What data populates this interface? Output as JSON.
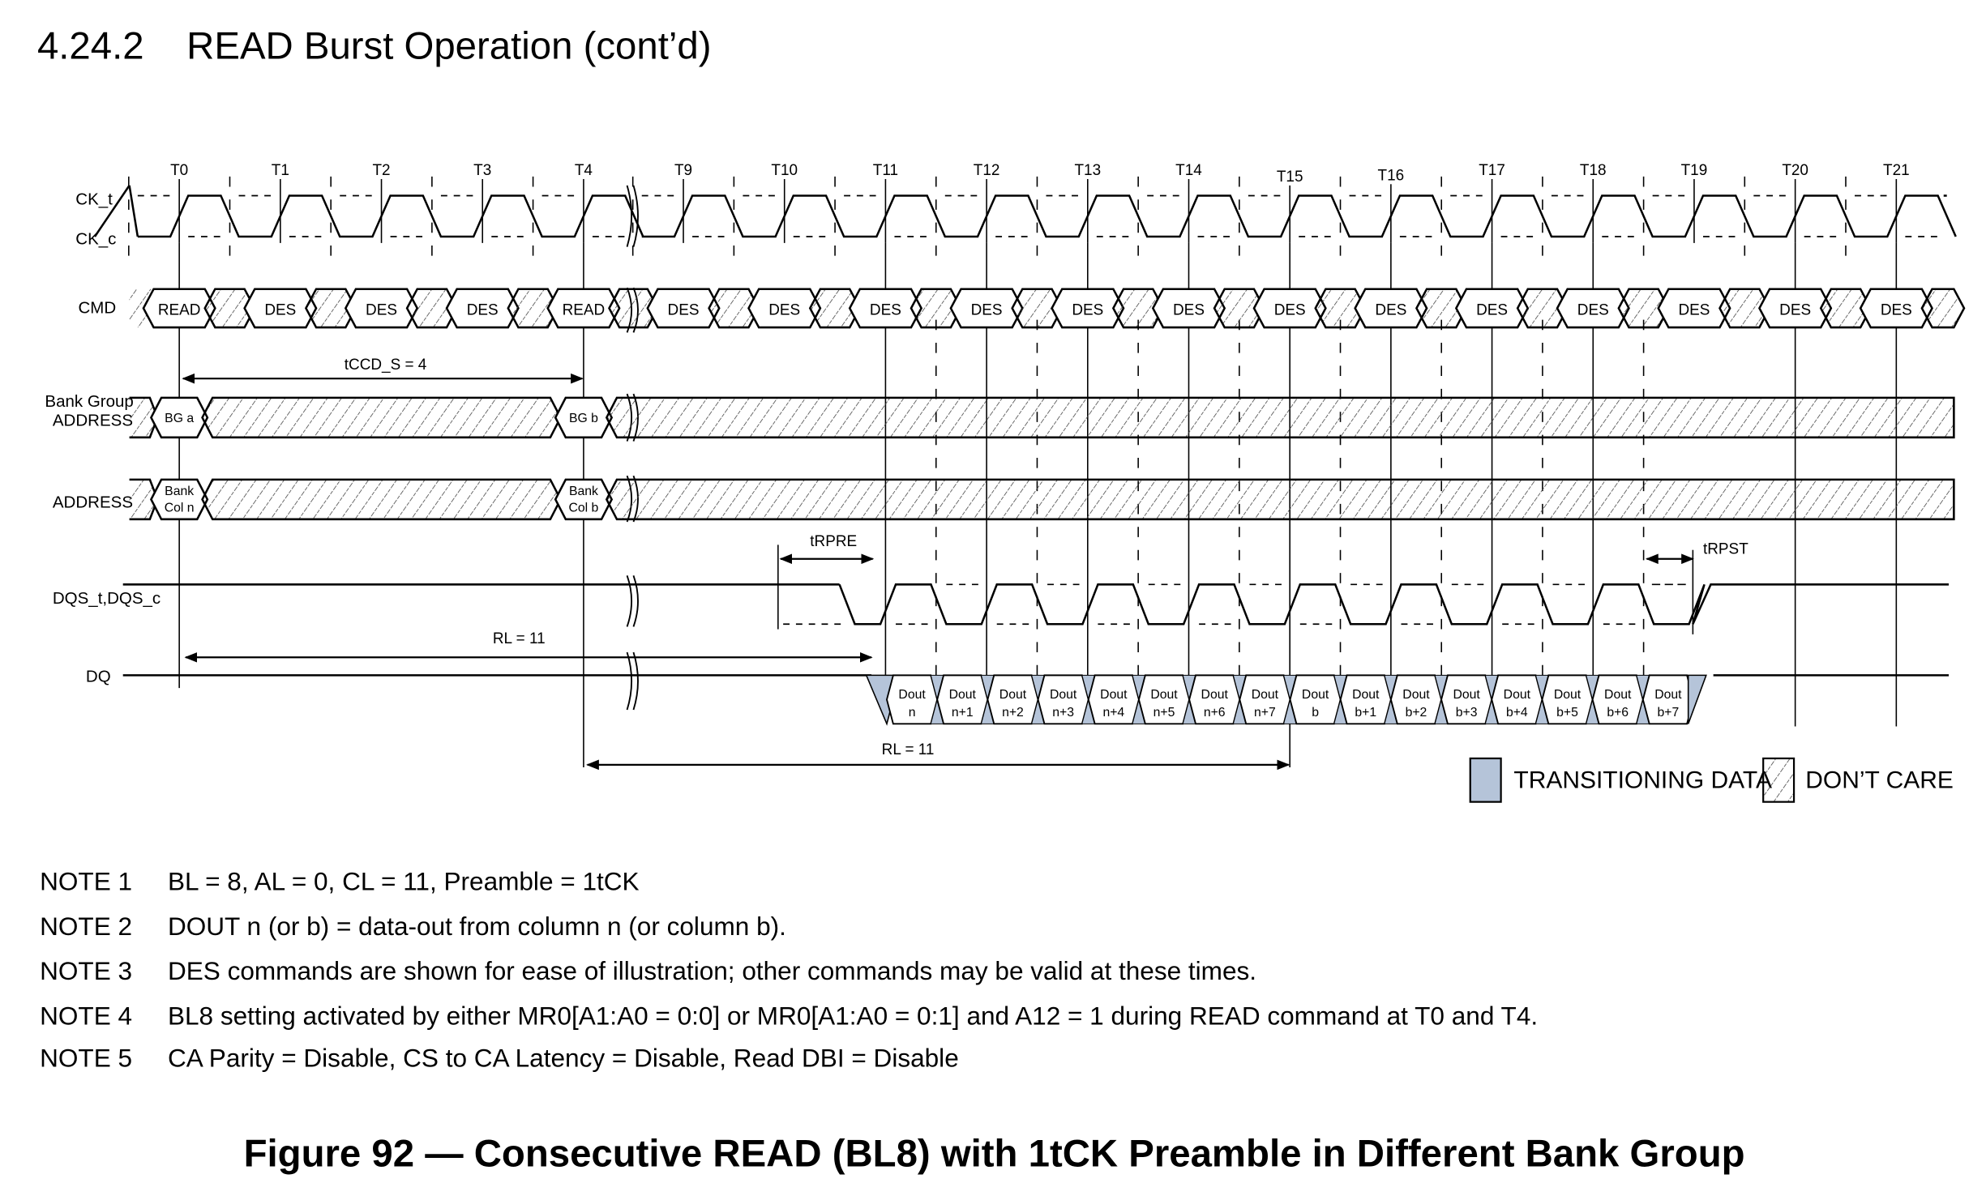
{
  "section_title": "4.24.2    READ Burst Operation (cont’d)",
  "figure_caption": "Figure 92 — Consecutive READ (BL8) with 1tCK Preamble in Different Bank Group",
  "signals": {
    "ck_t": "CK_t",
    "ck_c": "CK_c",
    "cmd": "CMD",
    "bank_group_line1": "Bank Group",
    "bank_group_line2": "ADDRESS",
    "address": "ADDRESS",
    "dqs": "DQS_t,DQS_c",
    "dq": "DQ"
  },
  "clock_ticks": [
    "T0",
    "T1",
    "T2",
    "T3",
    "T4",
    "T9",
    "T10",
    "T11",
    "T12",
    "T13",
    "T14",
    "T15",
    "T16",
    "T17",
    "T18",
    "T19",
    "T20",
    "T21"
  ],
  "commands": [
    "READ",
    "DES",
    "DES",
    "DES",
    "READ",
    "DES",
    "DES",
    "DES",
    "DES",
    "DES",
    "DES",
    "DES",
    "DES",
    "DES",
    "DES",
    "DES",
    "DES",
    "DES"
  ],
  "bank_group": {
    "first": "BG a",
    "second": "BG b"
  },
  "address": {
    "first_line1": "Bank",
    "first_line2": "Col n",
    "second_line1": "Bank",
    "second_line2": "Col b"
  },
  "dq_cells": [
    [
      "Dout",
      "n"
    ],
    [
      "Dout",
      "n+1"
    ],
    [
      "Dout",
      "n+2"
    ],
    [
      "Dout",
      "n+3"
    ],
    [
      "Dout",
      "n+4"
    ],
    [
      "Dout",
      "n+5"
    ],
    [
      "Dout",
      "n+6"
    ],
    [
      "Dout",
      "n+7"
    ],
    [
      "Dout",
      "b"
    ],
    [
      "Dout",
      "b+1"
    ],
    [
      "Dout",
      "b+2"
    ],
    [
      "Dout",
      "b+3"
    ],
    [
      "Dout",
      "b+4"
    ],
    [
      "Dout",
      "b+5"
    ],
    [
      "Dout",
      "b+6"
    ],
    [
      "Dout",
      "b+7"
    ]
  ],
  "annotations": {
    "tccd": "tCCD_S = 4",
    "trpre": "tRPRE",
    "trpst": "tRPST",
    "rl_first": "RL = 11",
    "rl_second": "RL = 11"
  },
  "legend": {
    "transitioning": "TRANSITIONING DATA",
    "dont_care": "DON’T CARE",
    "transition_color": "#b5c4d9"
  },
  "notes": [
    {
      "label": "NOTE 1",
      "text": "BL = 8, AL = 0, CL = 11, Preamble = 1tCK"
    },
    {
      "label": "NOTE 2",
      "text": "DOUT n (or b) = data-out from column n (or column b)."
    },
    {
      "label": "NOTE 3",
      "text": "DES commands are shown for ease of illustration; other commands may be valid at these times."
    },
    {
      "label": "NOTE 4",
      "text": "BL8 setting activated by either MR0[A1:A0 = 0:0] or MR0[A1:A0 = 0:1] and A12 = 1 during READ command at T0 and T4."
    },
    {
      "label": "NOTE 5",
      "text": "CA Parity = Disable, CS to CA Latency = Disable, Read DBI = Disable"
    }
  ]
}
